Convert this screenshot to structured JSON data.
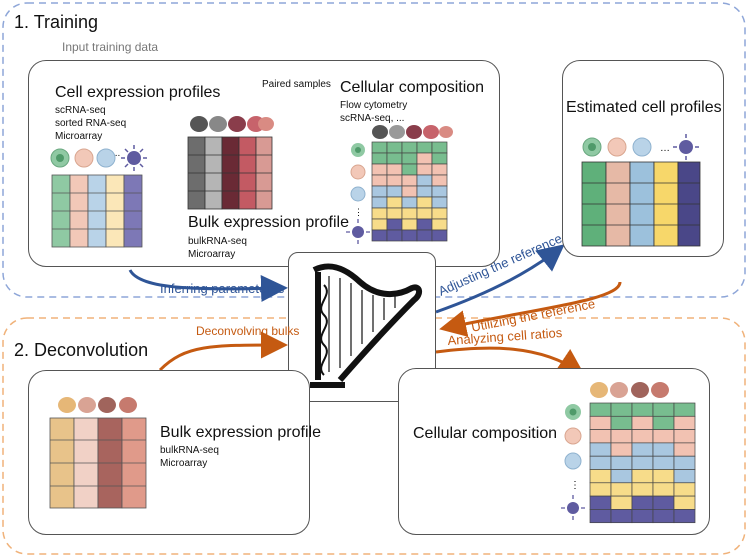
{
  "training": {
    "title": "1. Training",
    "input_label": "Input training data",
    "cell_profiles": {
      "title": "Cell expression profiles",
      "lines": [
        "scRNA-seq",
        "sorted RNA-seq",
        "Microarray"
      ],
      "dots": "..."
    },
    "paired_samples": "Paired samples",
    "cellular_composition": {
      "title": "Cellular composition",
      "lines": [
        "Flow cytometry",
        "scRNA-seq, ..."
      ]
    },
    "bulk_profile": {
      "title": "Bulk expression profile",
      "lines": [
        "bulkRNA-seq",
        "Microarray"
      ]
    },
    "estimated": {
      "title": "Estimated cell profiles"
    }
  },
  "deconvolution": {
    "title": "2. Deconvolution",
    "bulk_profile": {
      "title": "Bulk expression profile",
      "lines": [
        "bulkRNA-seq",
        "Microarray"
      ]
    },
    "cellular_composition": {
      "title": "Cellular composition"
    }
  },
  "arrows": {
    "inferring": "Inferring parameteres",
    "adjusting": "Adjusting the reference",
    "utilizing": "Utilizing the reference",
    "deconvolving": "Deconvolving bulks",
    "analyzing": "Analyzing cell ratios"
  },
  "colors": {
    "training_border": "#8ea6d8",
    "deconv_border": "#f0b27a",
    "blue_arrow": "#2f5597",
    "orange_arrow": "#c55a11",
    "cell_green": "#8fc9a3",
    "cell_peach": "#f2c8b8",
    "cell_blue": "#b9d3e8",
    "cell_yellow": "#f7dc8a",
    "cell_purple": "#7d78b6"
  }
}
